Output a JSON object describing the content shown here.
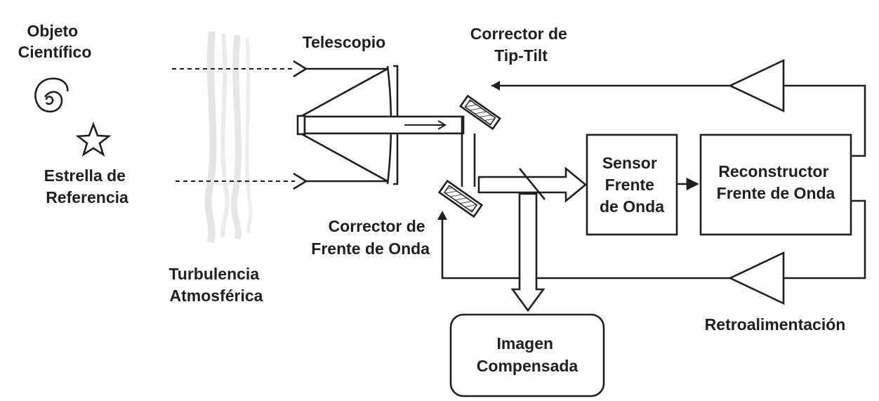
{
  "labels": {
    "science_object": [
      "Objeto",
      "Científico"
    ],
    "reference_star": [
      "Estrella de",
      "Referencia"
    ],
    "turbulence": [
      "Turbulencia",
      "Atmosférica"
    ],
    "telescope": [
      "Telescopio"
    ],
    "tip_tilt_corrector": [
      "Corrector de",
      "Tip-Tilt"
    ],
    "wavefront_corrector": [
      "Corrector de",
      "Frente de Onda"
    ],
    "wavefront_sensor": [
      "Sensor",
      "Frente",
      "de Onda"
    ],
    "wavefront_reconstructor": [
      "Reconstructor",
      "Frente de Onda"
    ],
    "compensated_image": [
      "Imagen",
      "Compensada"
    ],
    "feedback": [
      "Retroalimentación"
    ]
  },
  "colors": {
    "stroke": "#1f1f1f",
    "background": "#ffffff",
    "turbulence": "#d4d4d4"
  },
  "icons": {
    "science_object": "spiral-galaxy-icon",
    "reference_star": "star-icon"
  }
}
